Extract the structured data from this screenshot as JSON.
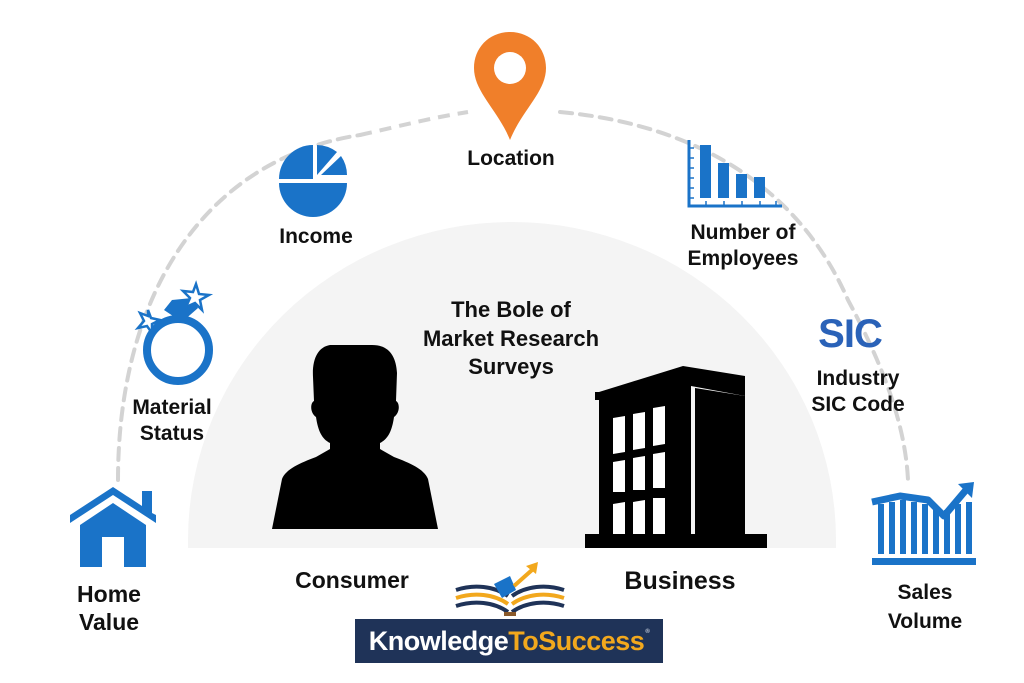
{
  "center": {
    "title_line1": "The Bole of",
    "title_line2": "Market Research",
    "title_line3": "Surveys",
    "consumer_label": "Consumer",
    "business_label": "Business"
  },
  "nodes": [
    {
      "id": "home-value",
      "line1": "Home",
      "line2": "Value",
      "icon": "house-icon"
    },
    {
      "id": "marital-status",
      "line1": "Material",
      "line2": "Status",
      "icon": "ring-icon"
    },
    {
      "id": "income",
      "line1": "Income",
      "icon": "pie-chart-icon"
    },
    {
      "id": "location",
      "line1": "Location",
      "icon": "map-pin-icon"
    },
    {
      "id": "employees",
      "line1": "Number of",
      "line2": "Employees",
      "icon": "bar-chart-icon"
    },
    {
      "id": "sic-code",
      "icon_text": "SIC",
      "line1": "Industry",
      "line2": "SIC Code",
      "icon": "sic-text-icon"
    },
    {
      "id": "sales-volume",
      "line1": "Sales",
      "line2": "Volume",
      "icon": "sales-trend-icon"
    }
  ],
  "brand": {
    "part1": "Knowledge",
    "part2": "ToSuccess",
    "mark": "®"
  },
  "colors": {
    "accent_blue": "#1a73c8",
    "pin_orange": "#f07f2a",
    "brand_navy": "#1f3358",
    "brand_gold": "#f2a81d",
    "dash_gray": "#d3d3d3",
    "dome_gray": "#f4f4f4",
    "sic_purple": "#7a3fb0"
  }
}
